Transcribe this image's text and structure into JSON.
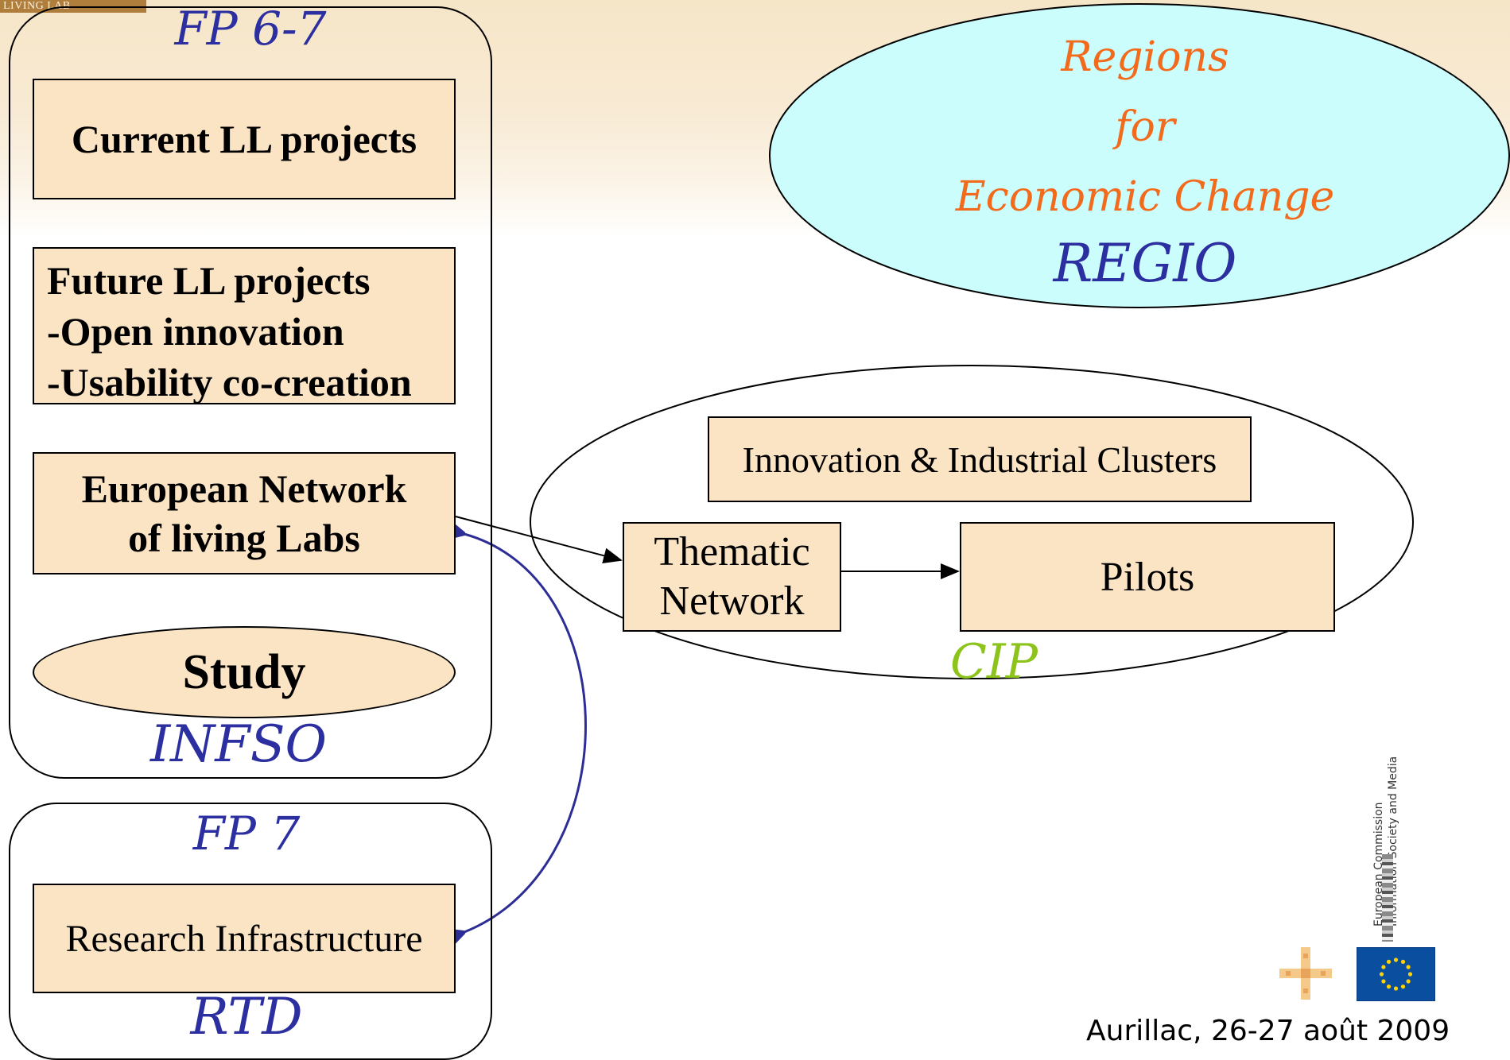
{
  "header": {
    "logo_text": "LIVING LAB"
  },
  "infso_group": {
    "top_label": "FP 6-7",
    "bottom_label": "INFSO",
    "current_projects": "Current LL projects",
    "future_projects": {
      "line1": "Future LL projects",
      "line2": "-Open innovation",
      "line3": "-Usability co-creation"
    },
    "enll": {
      "line1": "European Network",
      "line2": "of living Labs"
    },
    "study": "Study"
  },
  "rtd_group": {
    "top_label": "FP 7",
    "bottom_label": "RTD",
    "research_infrastructure": "Research Infrastructure"
  },
  "regio": {
    "line1": "Regions",
    "line2": "for",
    "line3": "Economic Change",
    "tag": "REGIO",
    "fill_color": "#ccfdfd"
  },
  "cip": {
    "label": "CIP",
    "clusters": "Innovation & Industrial Clusters",
    "thematic": {
      "line1": "Thematic",
      "line2": "Network"
    },
    "pilots": "Pilots"
  },
  "branding": {
    "ec_line1": "European Commission",
    "ec_line2": "Information Society and Media"
  },
  "footer": {
    "text": "Aurillac, 26-27 août 2009"
  },
  "colors": {
    "box_fill": "#fbe4c4",
    "script_blue": "#2c2fa0",
    "regio_orange": "#f26b1d",
    "cip_green": "#8cc41b",
    "connector_blue": "#2d2d96"
  }
}
